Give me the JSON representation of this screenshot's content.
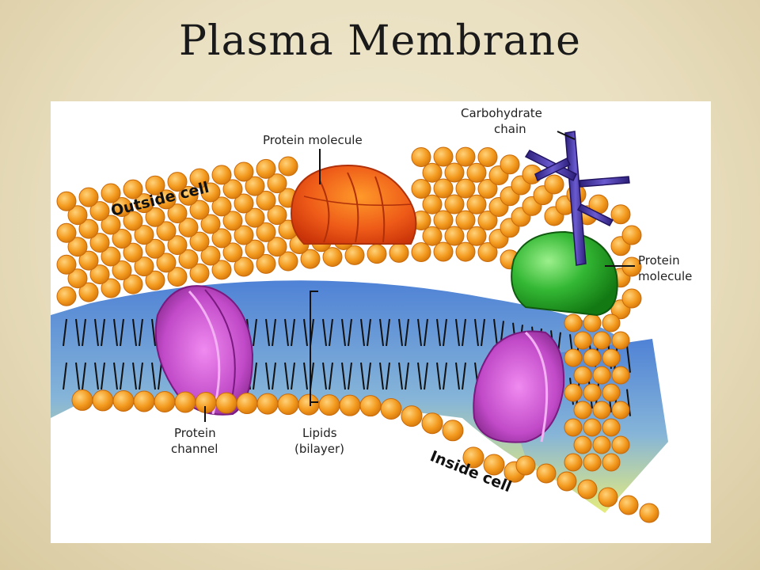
{
  "title": "Plasma Membrane",
  "diagram": {
    "labels": {
      "outside_cell": "Outside cell",
      "inside_cell": "Inside cell",
      "protein_molecule_top": "Protein molecule",
      "carbohydrate_line1": "Carbohydrate",
      "carbohydrate_line2": "chain",
      "protein_molecule_right_line1": "Protein",
      "protein_molecule_right_line2": "molecule",
      "protein_channel_line1": "Protein",
      "protein_channel_line2": "channel",
      "lipids_line1": "Lipids",
      "lipids_line2": "(bilayer)"
    },
    "colors": {
      "phospholipid_head": "#f39a1e",
      "phospholipid_head_edge": "#c86a0a",
      "core_top": "#5e8fd8",
      "core_bottom": "#e3ea7a",
      "protein_red": "#e8501e",
      "protein_green": "#28a828",
      "protein_channel": "#c050c8",
      "carbohydrate": "#3a2a8a"
    }
  }
}
